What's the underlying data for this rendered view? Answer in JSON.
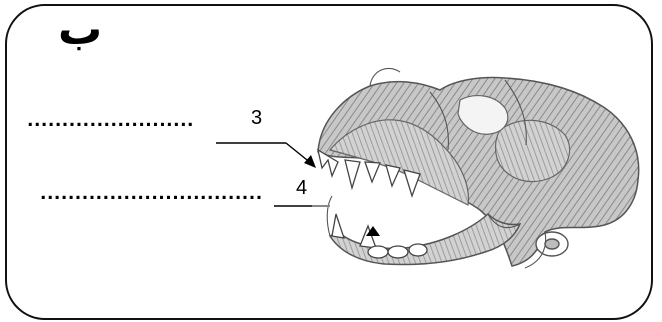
{
  "section_letter": "ب",
  "labels": [
    {
      "number": "3",
      "answer_blank": "........................"
    },
    {
      "number": "4",
      "answer_blank": "................................"
    }
  ],
  "colors": {
    "frame": "#111111",
    "sketch": "#555555",
    "shade": "#9a9a9a"
  }
}
